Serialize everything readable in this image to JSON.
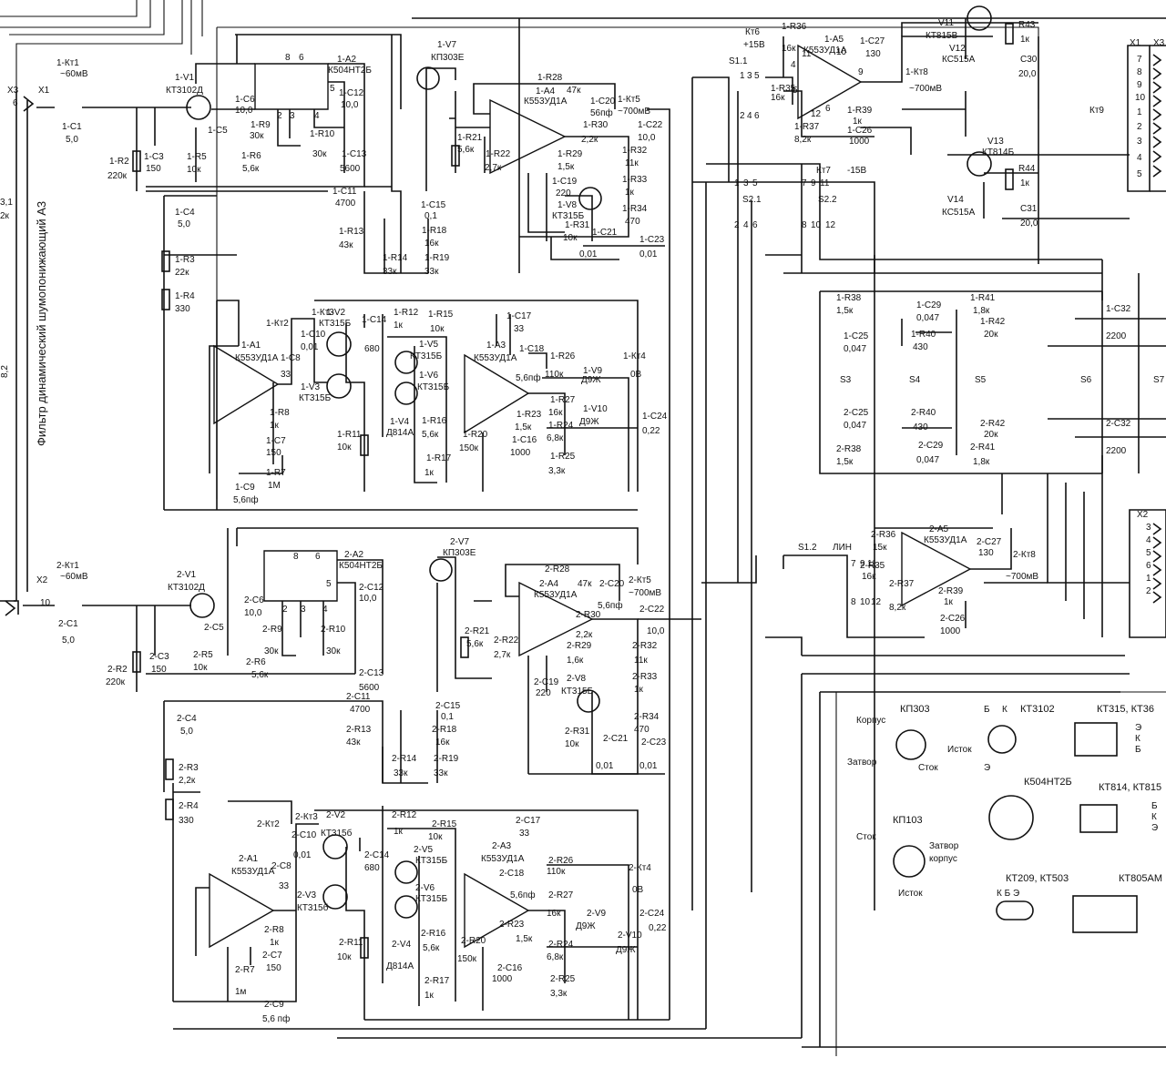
{
  "side_title": "Фильтр динамический шумопонижающий А3",
  "left_edge": {
    "top_a": "3,1",
    "top_b": "2к",
    "bottom_a": "8,2"
  },
  "ch1": {
    "kt1": "1-Кт1",
    "kt1_val": "~60мВ",
    "x3": "Х3",
    "x3_pin": "6",
    "x1": "Х1",
    "c1": "1-С1",
    "c1_val": "5,0",
    "r2": "1-R2",
    "r2_val": "220к",
    "c3": "1-С3",
    "c3_val": "150",
    "v1": "1-V1",
    "v1_type": "КТ3102Д",
    "c6": "1-С6",
    "c6_val": "10,0",
    "c5": "1-С5",
    "r5": "1-R5",
    "r5_val": "10к",
    "r6": "1-R6",
    "r6_val": "5,6к",
    "r9": "1-R9",
    "r9_val": "30к",
    "r10": "1-R10",
    "r10_val": "30к",
    "a2": "1-А2",
    "a2_type": "К504НТ2Б",
    "a2_p8": "8",
    "a2_p6": "6",
    "a2_p2": "2",
    "a2_p3": "3",
    "a2_p4": "4",
    "a2_p5": "5",
    "c12": "1-С12",
    "c12_val": "10,0",
    "c13": "1-С13",
    "c13_val": "5600",
    "c11": "1-С11",
    "c11_val": "4700",
    "c4": "1-С4",
    "c4_val": "5,0",
    "r3": "1-R3",
    "r3_val": "22к",
    "r4": "1-R4",
    "r4_val": "330",
    "r13": "1-R13",
    "r13_val": "43к",
    "r14": "1-R14",
    "r14_val": "33к",
    "r18": "1-R18",
    "r18_val": "16к",
    "r19": "1-R19",
    "r19_val": "33к",
    "c15": "1-С15",
    "c15_val": "0,1",
    "v7": "1-V7",
    "v7_type": "КП303Е",
    "r28": "1-R28",
    "r28_val": "47к",
    "a4": "1-А4",
    "a4_type": "К553УД1А",
    "c20": "1-С20",
    "c20_val": "56пф",
    "r30": "1-R30",
    "r30_val": "2,2к",
    "kt5": "1-Кт5",
    "kt5_val": "~700мВ",
    "c22": "1-С22",
    "c22_val": "10,0",
    "r21": "1-R21",
    "r21_val": "5,6к",
    "r22": "1-R22",
    "r22_val": "2,7к",
    "r29": "1-R29",
    "r29_val": "1,5к",
    "c19": "1-С19",
    "c19_val": "220",
    "v8": "1-V8",
    "v8_type": "КТ315Б",
    "r32": "1-R32",
    "r32_val": "11к",
    "r33": "1-R33",
    "r33_val": "1к",
    "r34": "1-R34",
    "r34_val": "470",
    "r31": "1-R31",
    "r31_val": "10к",
    "c21": "1-С21",
    "c21_val": "0,01",
    "c23": "1-С23",
    "c23_val": "0,01",
    "kt2": "1-Кт2",
    "kt3": "1-Кт3",
    "c10": "1-С10",
    "c10_val": "0,01",
    "a1": "1-А1",
    "a1_type": "К553УД1А",
    "c8": "1-С8",
    "c8_val": "33",
    "r8": "1-R8",
    "r8_val": "1к",
    "c7": "1-С7",
    "c7_val": "150",
    "r7": "1-R7",
    "r7_val": "1М",
    "c9": "1-С9",
    "c9_val": "5,6пф",
    "v2": "1-V2",
    "v2_type": "КТ315Б",
    "v3": "1-V3",
    "v3_type": "КТ315Б",
    "c14": "1-С14",
    "c14_val": "680",
    "r11": "1-R11",
    "r11_val": "10к",
    "r12": "1-R12",
    "r12_val": "1к",
    "r15": "1-R15",
    "r15_val": "10к",
    "v5": "1-V5",
    "v5_type": "КТ315Б",
    "v6": "1-V6",
    "v6_type": "КТ315Б",
    "v4": "1-V4",
    "v4_type": "Д814А",
    "r16": "1-R16",
    "r16_val": "5,6к",
    "r17": "1-R17",
    "r17_val": "1к",
    "c17": "1-С17",
    "c17_val": "33",
    "a3": "1-А3",
    "a3_type": "К553УД1А",
    "c18": "1-С18",
    "c18_val": "5,6пф",
    "r20": "1-R20",
    "r20_val": "150к",
    "r23": "1-R23",
    "r23_val": "1,5к",
    "c16": "1-С16",
    "c16_val": "1000",
    "r26": "1-R26",
    "r26_val": "110к",
    "r27": "1-R27",
    "r27_val": "16к",
    "r24": "1-R24",
    "r24_val": "6,8к",
    "r25": "1-R25",
    "r25_val": "3,3к",
    "v9": "1-V9",
    "v9_type": "Д9Ж",
    "v10": "1-V10",
    "v10_type": "Д9Ж",
    "kt4": "1-Кт4",
    "kt4_val": "0В",
    "c24": "1-С24",
    "c24_val": "0,22"
  },
  "ch2": {
    "kt1": "2-Кт1",
    "kt1_val": "~60мВ",
    "x2": "Х2",
    "x2_pin": "10",
    "c1": "2-С1",
    "c1_val": "5,0",
    "r2": "2-R2",
    "r2_val": "220к",
    "c3": "2-С3",
    "c3_val": "150",
    "v1": "2-V1",
    "v1_type": "КТ3102Д",
    "c5": "2-С5",
    "c6": "2-С6",
    "c6_val": "10,0",
    "r5": "2-R5",
    "r5_val": "10к",
    "r6": "2-R6",
    "r6_val": "5,6к",
    "r9": "2-R9",
    "r9_val": "30к",
    "r10": "2-R10",
    "r10_val": "30к",
    "a2": "2-А2",
    "a2_type": "К504НТ2Б",
    "a2_p8": "8",
    "a2_p6": "6",
    "a2_p2": "2",
    "a2_p3": "3",
    "a2_p4": "4",
    "a2_p5": "5",
    "c12": "2-С12",
    "c12_val": "10,0",
    "c13": "2-С13",
    "c13_val": "5600",
    "c11": "2-С11",
    "c11_val": "4700",
    "c4": "2-С4",
    "c4_val": "5,0",
    "r3": "2-R3",
    "r3_val": "2,2к",
    "r4": "2-R4",
    "r4_val": "330",
    "r13": "2-R13",
    "r13_val": "43к",
    "r14": "2-R14",
    "r14_val": "33к",
    "r18": "2-R18",
    "r18_val": "16к",
    "r19": "2-R19",
    "r19_val": "33к",
    "c15": "2-С15",
    "c15_val": "0,1",
    "v7": "2-V7",
    "v7_type": "КП303Е",
    "r28": "2-R28",
    "r28_val": "47к",
    "a4": "2-А4",
    "a4_type": "К553УД1А",
    "c20": "2-С20",
    "c20_val": "5,6пф",
    "r30": "2-R30",
    "r30_val": "2,2к",
    "kt5": "2-Кт5",
    "kt5_val": "~700мВ",
    "c22": "2-С22",
    "c22_val": "10,0",
    "r21": "2-R21",
    "r21_val": "5,6к",
    "r22": "2-R22",
    "r22_val": "2,7к",
    "r29": "2-R29",
    "r29_val": "1,6к",
    "c19": "2-С19",
    "c19_val": "220",
    "v8": "2-V8",
    "v8_type": "КТ315Б",
    "r32": "2-R32",
    "r32_val": "11к",
    "r33": "2-R33",
    "r33_val": "1к",
    "r34": "2-R34",
    "r34_val": "470",
    "r31": "2-R31",
    "r31_val": "10к",
    "c21": "2-С21",
    "c21_val": "0,01",
    "c23": "2-С23",
    "c23_val": "0,01",
    "kt2": "2-Кт2",
    "kt3": "2-Кт3",
    "c10": "2-С10",
    "c10_val": "0,01",
    "a1": "2-А1",
    "a1_type": "К553УД1А",
    "c8": "2-С8",
    "c8_val": "33",
    "r8": "2-R8",
    "r8_val": "1к",
    "c7": "2-С7",
    "c7_val": "150",
    "r7": "2-R7",
    "r7_val": "1м",
    "c9": "2-С9",
    "c9_val": "5,6 пф",
    "v2": "2-V2",
    "v2_type": "КТ315б",
    "v3": "2-V3",
    "v3_type": "КТ315б",
    "c14": "2-С14",
    "c14_val": "680",
    "r11": "2-R11",
    "r11_val": "10к",
    "r12": "2-R12",
    "r12_val": "1к",
    "r15": "2-R15",
    "r15_val": "10к",
    "v5": "2-V5",
    "v5_type": "КТ315Б",
    "v6": "2-V6",
    "v6_type": "КТ315Б",
    "v4": "2-V4",
    "v4_type": "Д814А",
    "r16": "2-R16",
    "r16_val": "5,6к",
    "r17": "2-R17",
    "r17_val": "1к",
    "c17": "2-С17",
    "c17_val": "33",
    "a3": "2-А3",
    "a3_type": "К553УД1А",
    "c18": "2-С18",
    "c18_val": "5,6пф",
    "r20": "2-R20",
    "r20_val": "150к",
    "r23": "2-R23",
    "r23_val": "1,5к",
    "c16": "2-С16",
    "c16_val": "1000",
    "r26": "2-R26",
    "r26_val": "110к",
    "r27": "2-R27",
    "r27_val": "16к",
    "r24": "2-R24",
    "r24_val": "6,8к",
    "r25": "2-R25",
    "r25_val": "3,3к",
    "v9": "2-V9",
    "v9_type": "Д9Ж",
    "v10": "2-V10",
    "v10_type": "Д9Ж",
    "kt4": "2-Кт4",
    "kt4_val": "0В",
    "c24": "2-С24",
    "c24_val": "0,22"
  },
  "out1": {
    "kt6": "Кт6",
    "kt6_val": "+15В",
    "s11": "S1.1",
    "s11_p1": "1",
    "s11_p3": "3",
    "s11_p5": "5",
    "s11_p2": "2",
    "s11_p4": "4",
    "s11_p6": "6",
    "r36": "1-R36",
    "r36_val": "16к",
    "a5": "1-А5",
    "a5_type": "К553УД1А",
    "c27": "1-С27",
    "c27_val": "130",
    "r35": "1-R35",
    "r35_val": "16к",
    "r37": "1-R37",
    "r37_val": "8,2к",
    "r39": "1-R39",
    "r39_val": "1к",
    "c26": "1-С26",
    "c26_val": "1000",
    "kt8": "1-Кт8",
    "kt8_val": "~700мВ",
    "p11": "11",
    "p10": "10",
    "p4": "4",
    "p5": "5",
    "p9": "9",
    "p6": "6",
    "p12": "12"
  },
  "power": {
    "v11": "V11",
    "v11_type": "КТ815В",
    "v12": "V12",
    "v12_type": "КС515А",
    "r43": "R43",
    "r43_val": "1к",
    "c30": "С30",
    "c30_val": "20,0",
    "v13": "V13",
    "v13_type": "КТ814Б",
    "r44": "R44",
    "r44_val": "1к",
    "v14": "V14",
    "v14_type": "КС515А",
    "c31": "С31",
    "c31_val": "20,0",
    "kt7": "Кт7",
    "kt7_val": "-15В",
    "kt9": "Кт9"
  },
  "switch_s2": {
    "s21": "S2.1",
    "s22": "S2.2",
    "p1": "1",
    "p3": "3",
    "p5": "5",
    "p2": "2",
    "p4": "4",
    "p6": "6",
    "p7": "7",
    "p9": "9",
    "p11": "11",
    "p8": "8",
    "p10": "10",
    "p12": "12"
  },
  "connector_x1": {
    "label": "Х1",
    "pins": [
      "7",
      "8",
      "9",
      "10",
      "1",
      "2",
      "3",
      "4",
      "5"
    ],
    "label_x3": "Х3"
  },
  "filter_block": {
    "r38": "1-R38",
    "r38_val": "1,5к",
    "c29": "1-С29",
    "c29_val": "0,047",
    "r41": "1-R41",
    "r41_val": "1,8к",
    "r42": "1-R42",
    "r42_val": "20к",
    "c25": "1-С25",
    "c25_val": "0,047",
    "r40": "1-R40",
    "r40_val": "430",
    "c32": "1-С32",
    "c32_val": "2200",
    "s3": "S3",
    "s4": "S4",
    "s5": "S5",
    "s6": "S6",
    "s7": "S7",
    "c25b": "2-С25",
    "c25b_val": "0,047",
    "r40b": "2-R40",
    "r40b_val": "430",
    "r42b": "2-R42",
    "r42b_val": "20к",
    "c32b": "2-С32",
    "c32b_val": "2200",
    "r38b": "2-R38",
    "r38b_val": "1,5к",
    "c29b": "2-С29",
    "c29b_val": "0,047",
    "r41b": "2-R41",
    "r41b_val": "1,8к"
  },
  "out2": {
    "s12": "S1.2",
    "lin": "ЛИН",
    "r36": "2-R36",
    "r36_val": "15к",
    "a5": "2-А5",
    "a5_type": "К553УД1А",
    "c27": "2-С27",
    "c27_val": "130",
    "r35": "2-R35",
    "r35_val": "16к",
    "r37": "2-R37",
    "r37_val": "8,2к",
    "r39": "2-R39",
    "r39_val": "1к",
    "c26": "2-С26",
    "c26_val": "1000",
    "kt8": "2-Кт8",
    "kt8_val": "~700мВ",
    "p7": "7",
    "p9": "9",
    "p11": "11",
    "p8": "8",
    "p10": "10",
    "p12": "12"
  },
  "connector_x2": {
    "label": "Х2",
    "pins": [
      "3",
      "4",
      "5",
      "6",
      "1",
      "2"
    ]
  },
  "pinouts": {
    "kp303": "КП303",
    "kp303_body": "Корпус",
    "kp303_gate": "Затвор",
    "kp303_source": "Исток",
    "kp303_drain": "Сток",
    "kt3102": "КТ3102",
    "kt3102_b": "Б",
    "kt3102_k": "К",
    "kt3102_e": "Э",
    "kt315": "КТ315, КТ36",
    "kt315_e": "Э",
    "kt315_k": "К",
    "kt315_b": "Б",
    "k504": "К504НТ2Б",
    "kt814": "КТ814, КТ815",
    "kt814_b": "Б",
    "kt814_k": "К",
    "kt814_e": "Э",
    "kp103": "КП103",
    "kp103_drain": "Сток",
    "kp103_gate": "Затвор",
    "kp103_body": "корпус",
    "kp103_source": "Исток",
    "kt209": "КТ209, КТ503",
    "kt209_pins": "К Б Э",
    "kt805": "КТ805АМ"
  }
}
